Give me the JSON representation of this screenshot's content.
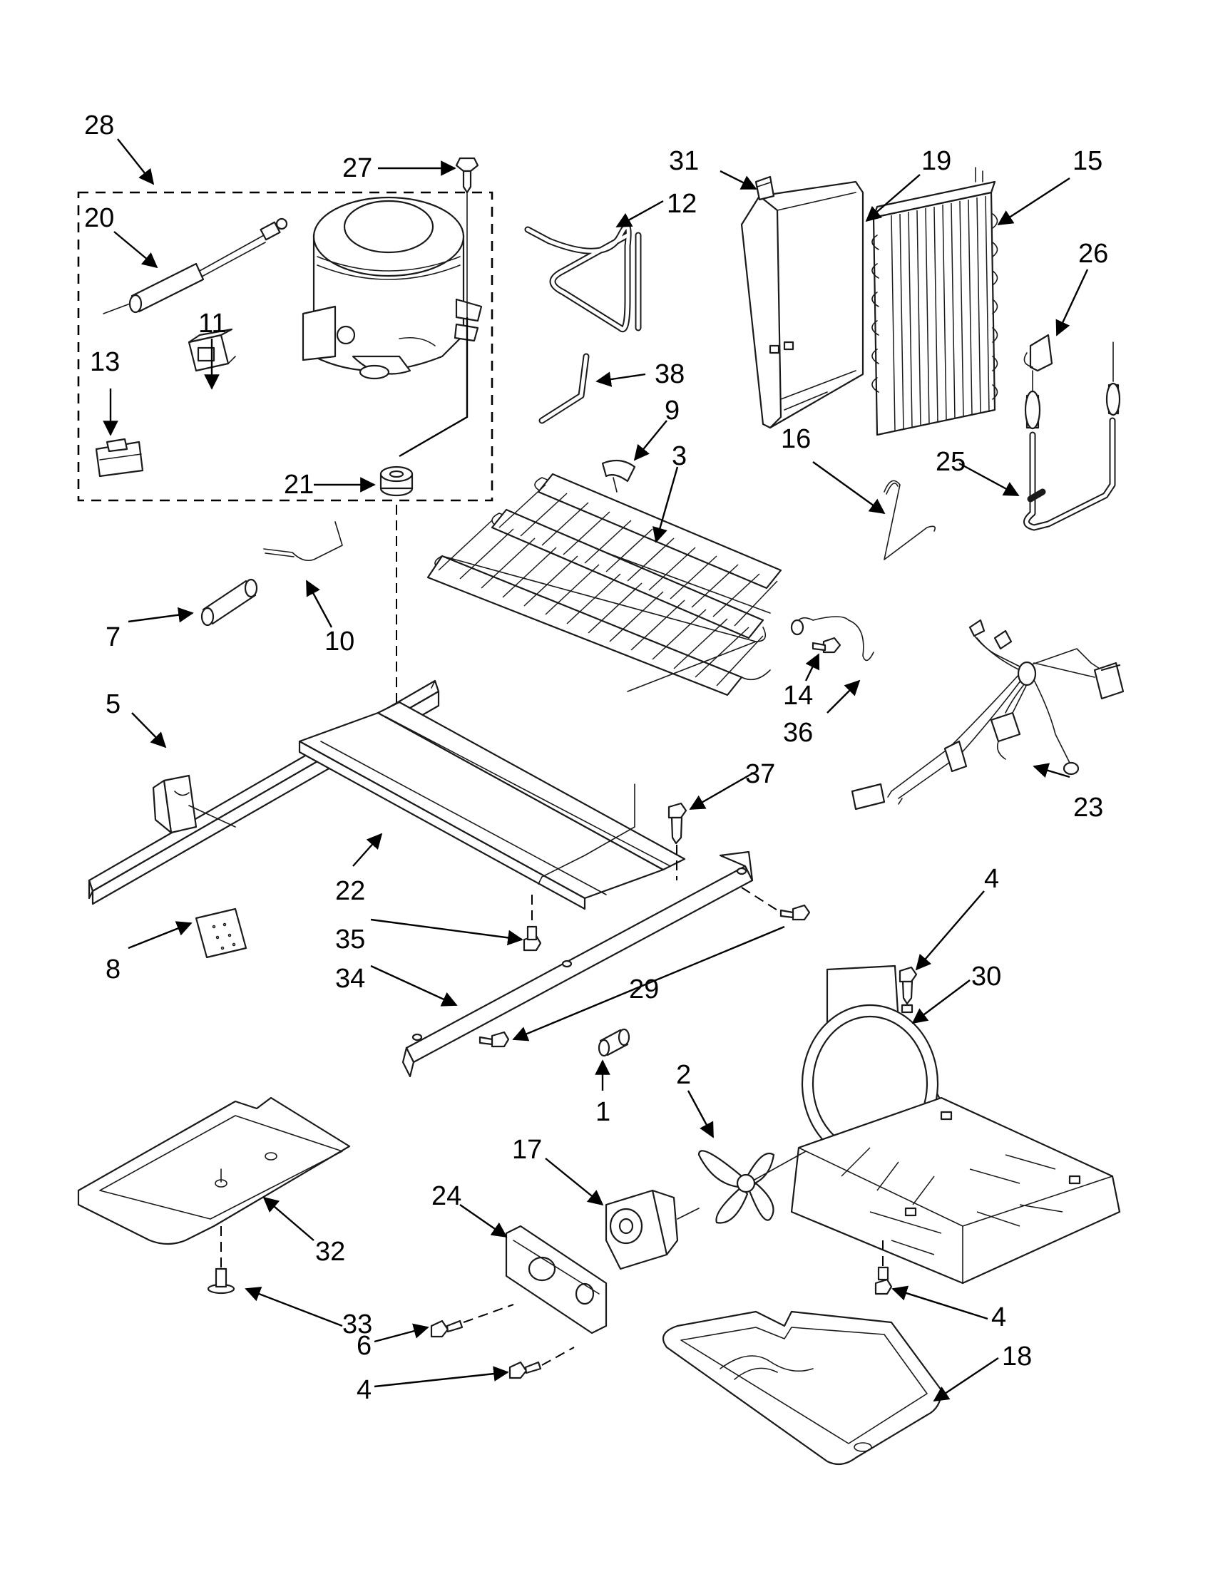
{
  "diagram": {
    "callouts": {
      "c1": "1",
      "c2": "2",
      "c3": "3",
      "c4a": "4",
      "c4b": "4",
      "c4c": "4",
      "c5": "5",
      "c6": "6",
      "c7": "7",
      "c8": "8",
      "c9": "9",
      "c10": "10",
      "c11": "11",
      "c12": "12",
      "c13": "13",
      "c14": "14",
      "c15": "15",
      "c16": "16",
      "c17": "17",
      "c18": "18",
      "c19": "19",
      "c20": "20",
      "c21": "21",
      "c22": "22",
      "c23": "23",
      "c24": "24",
      "c25": "25",
      "c26": "26",
      "c27": "27",
      "c28": "28",
      "c29": "29",
      "c30": "30",
      "c31": "31",
      "c32": "32",
      "c33": "33",
      "c34": "34",
      "c35": "35",
      "c36": "36",
      "c37": "37",
      "c38": "38"
    },
    "colors": {
      "line": "#1a1a1a",
      "background": "#ffffff"
    }
  }
}
